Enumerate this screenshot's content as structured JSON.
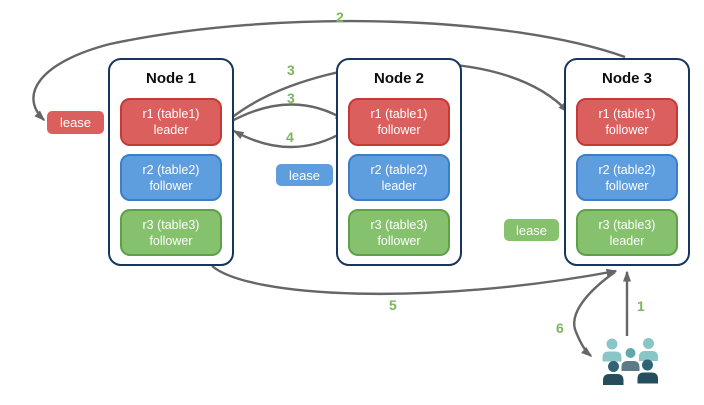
{
  "diagram": {
    "nodes": [
      {
        "title": "Node 1",
        "replicas": [
          {
            "label": "r1 (table1)",
            "role": "leader",
            "color": "red"
          },
          {
            "label": "r2 (table2)",
            "role": "follower",
            "color": "blue"
          },
          {
            "label": "r3 (table3)",
            "role": "follower",
            "color": "green"
          }
        ]
      },
      {
        "title": "Node 2",
        "replicas": [
          {
            "label": "r1 (table1)",
            "role": "follower",
            "color": "red"
          },
          {
            "label": "r2 (table2)",
            "role": "leader",
            "color": "blue"
          },
          {
            "label": "r3 (table3)",
            "role": "follower",
            "color": "green"
          }
        ]
      },
      {
        "title": "Node 3",
        "replicas": [
          {
            "label": "r1 (table1)",
            "role": "follower",
            "color": "red"
          },
          {
            "label": "r2 (table2)",
            "role": "follower",
            "color": "blue"
          },
          {
            "label": "r3 (table3)",
            "role": "leader",
            "color": "green"
          }
        ]
      }
    ],
    "leases": [
      {
        "label": "lease",
        "color": "red"
      },
      {
        "label": "lease",
        "color": "blue"
      },
      {
        "label": "lease",
        "color": "green"
      }
    ],
    "step_labels": {
      "s1": "1",
      "s2": "2",
      "s3a": "3",
      "s3b": "3",
      "s4": "4",
      "s5": "5",
      "s6": "6"
    },
    "icons": {
      "users_icon": "group of five person silhouettes (clients)"
    },
    "colors": {
      "red_fill": "#db5f5c",
      "red_border": "#c33a36",
      "blue_fill": "#5e9ede",
      "blue_border": "#3d7ec6",
      "green_fill": "#86c16d",
      "green_border": "#5fa149",
      "node_border": "#17365d",
      "arrow": "#666666",
      "step_label": "#7db45e",
      "people_light": "#8ac5c8",
      "people_mid_head": "#5fa9ad",
      "people_mid_body": "#5c7b86",
      "people_dark_head": "#2f6376",
      "people_dark_body": "#264d5c"
    }
  }
}
